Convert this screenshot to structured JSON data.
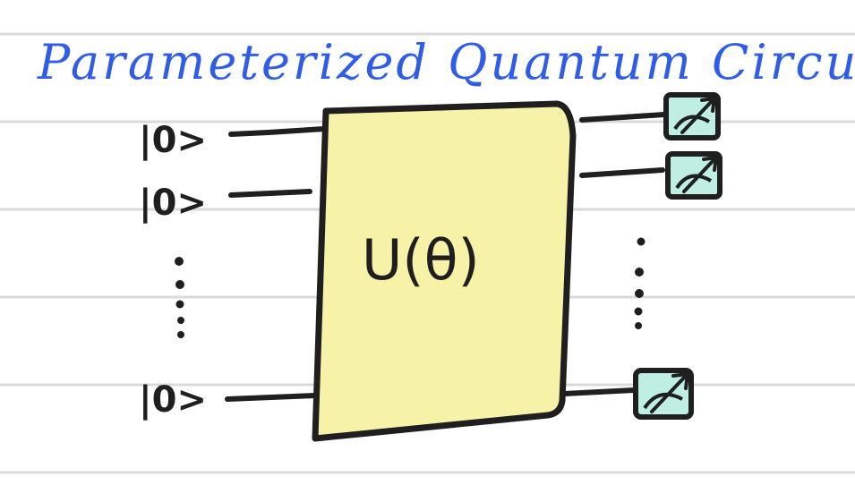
{
  "title": "Parameterized Quantum Circuit.",
  "gate": {
    "label": "U(θ)"
  },
  "inputs": [
    {
      "label": "|0>"
    },
    {
      "label": "|0>"
    },
    {
      "label": "|0>"
    }
  ],
  "colors": {
    "title": "#2f5de8",
    "ink": "#1f1f1f",
    "gate_fill": "#f6f2a8",
    "meter_fill": "#bfeee3",
    "ruled_line": "#d9d9d9"
  },
  "icons": {
    "ellipsis_left": "vertical-dots",
    "ellipsis_right": "vertical-dots",
    "meter": "measurement-meter-icon"
  }
}
